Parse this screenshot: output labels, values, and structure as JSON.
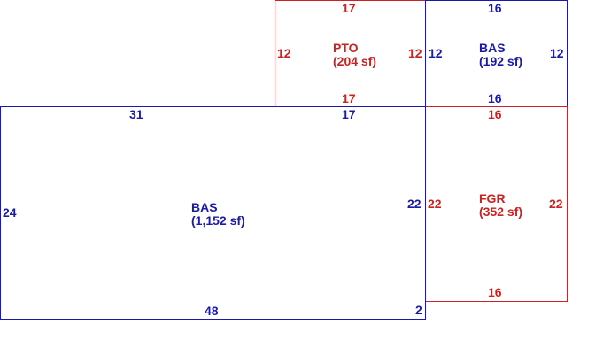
{
  "colors": {
    "bas": "#1a1aa6",
    "pto_fgr": "#cc2222"
  },
  "areas": {
    "pto": {
      "code": "PTO",
      "size": "(204 sf)"
    },
    "bas_top": {
      "code": "BAS",
      "size": "(192 sf)"
    },
    "bas_main": {
      "code": "BAS",
      "size": "(1,152 sf)"
    },
    "fgr": {
      "code": "FGR",
      "size": "(352 sf)"
    }
  },
  "dims": {
    "pto_top": "17",
    "pto_left": "12",
    "pto_right": "12",
    "pto_bottom": "17",
    "bas_top_top": "16",
    "bas_top_left": "12",
    "bas_top_right": "12",
    "bas_top_bottom": "16",
    "main_top_left": "31",
    "main_top_right": "17",
    "main_left": "24",
    "main_right": "22",
    "main_bottom": "48",
    "main_bottom_right": "2",
    "fgr_top": "16",
    "fgr_left": "22",
    "fgr_right": "22",
    "fgr_bottom": "16"
  }
}
